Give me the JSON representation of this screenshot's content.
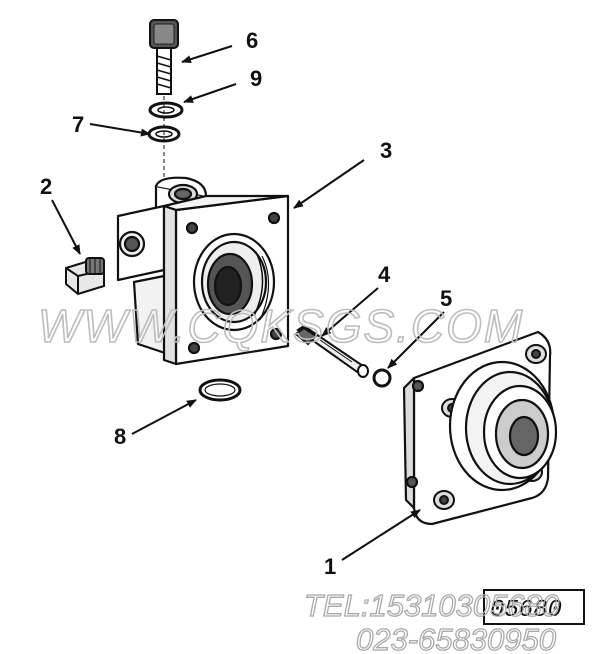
{
  "callouts": {
    "c1": "1",
    "c2": "2",
    "c3": "3",
    "c4": "4",
    "c5": "5",
    "c6": "6",
    "c7": "7",
    "c8": "8",
    "c9": "9"
  },
  "watermark": "WWW.CQKSGS.COM",
  "reference_number": "05680",
  "contact": {
    "tel": "TEL:15310305680",
    "phone": "023-65830950"
  }
}
